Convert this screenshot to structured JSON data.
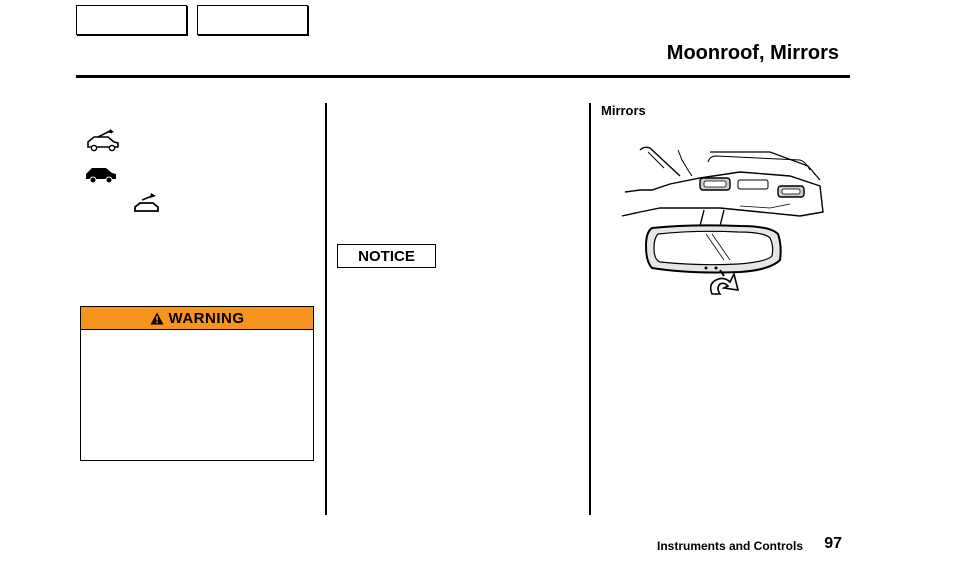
{
  "header": {
    "title": "Moonroof, Mirrors"
  },
  "warning": {
    "label": "WARNING"
  },
  "notice": {
    "label": "NOTICE"
  },
  "mirrors": {
    "heading": "Mirrors"
  },
  "footer": {
    "section": "Instruments and Controls",
    "page_number": "97"
  },
  "icons": {
    "car_tilt": "car-moonroof-tilt-icon",
    "car_solid": "car-silhouette-icon",
    "moonroof_switch": "moonroof-switch-icon",
    "warning_triangle": "warning-triangle-icon"
  },
  "colors": {
    "warning_header": "#f7941d",
    "text": "#000000",
    "background": "#ffffff"
  }
}
